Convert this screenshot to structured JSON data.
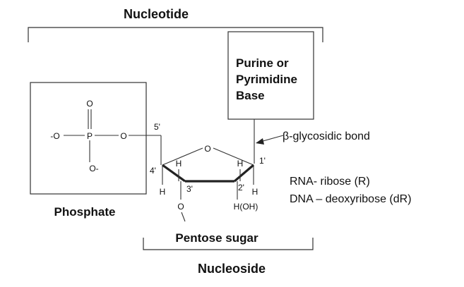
{
  "labels": {
    "nucleotide": "Nucleotide",
    "nucleoside": "Nucleoside",
    "phosphate": "Phosphate",
    "pentose_sugar": "Pentose sugar",
    "base_line1": "Purine or",
    "base_line2": "Pyrimidine",
    "base_line3": "Base",
    "glycosidic_bond": "β-glycosidic bond",
    "rna": "RNA- ribose (R)",
    "dna": "DNA – deoxyribose (dR)"
  },
  "atoms": {
    "phosphate_top_o": "O",
    "phosphate_left_o": "-O",
    "phosphate_p": "P",
    "phosphate_right_o": "O",
    "phosphate_bottom_o": "O-",
    "ring_o": "O",
    "h_c4": "H",
    "h_c1": "H",
    "h_c4_down": "H",
    "h_c2": "H",
    "oh_c2": "H(OH)",
    "o_c3": "O"
  },
  "positions": {
    "c5": "5'",
    "c4": "4'",
    "c3": "3'",
    "c2": "2'",
    "c1": "1'"
  }
}
